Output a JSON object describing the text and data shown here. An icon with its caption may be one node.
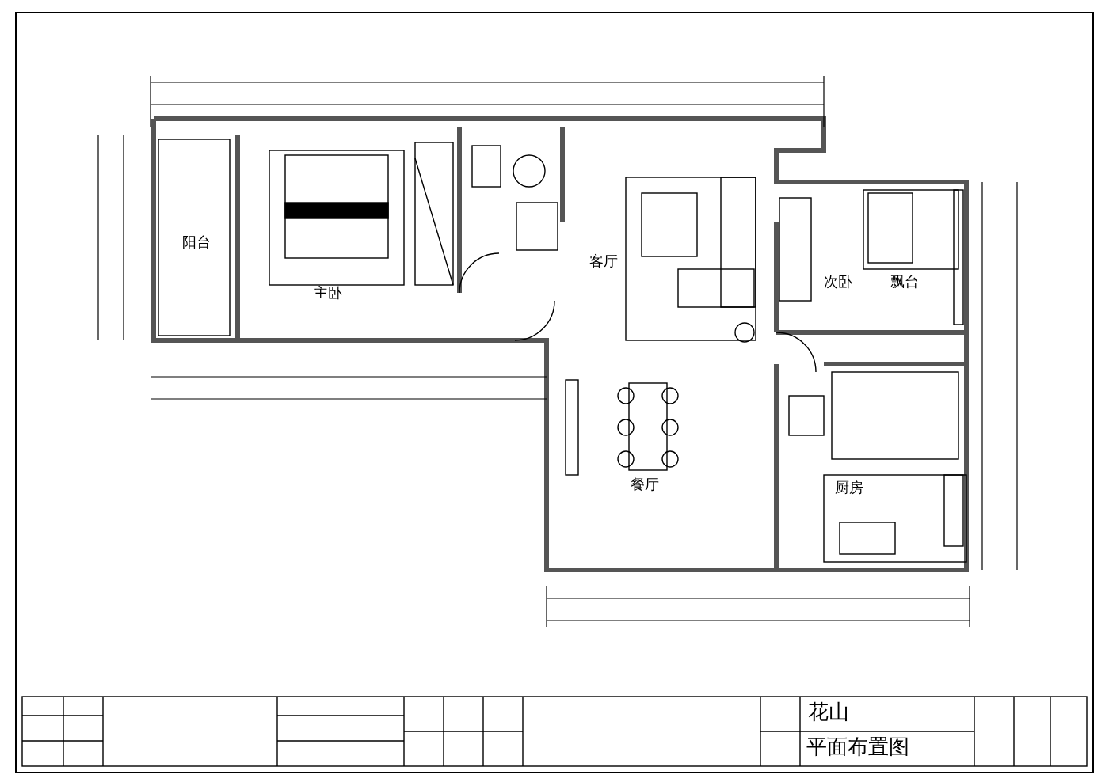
{
  "diagram": {
    "labels": [
      "阳台",
      "主卧",
      "客厅",
      "次卧",
      "飘台",
      "餐厅",
      "厨房",
      "花山",
      "平面布置图"
    ]
  }
}
